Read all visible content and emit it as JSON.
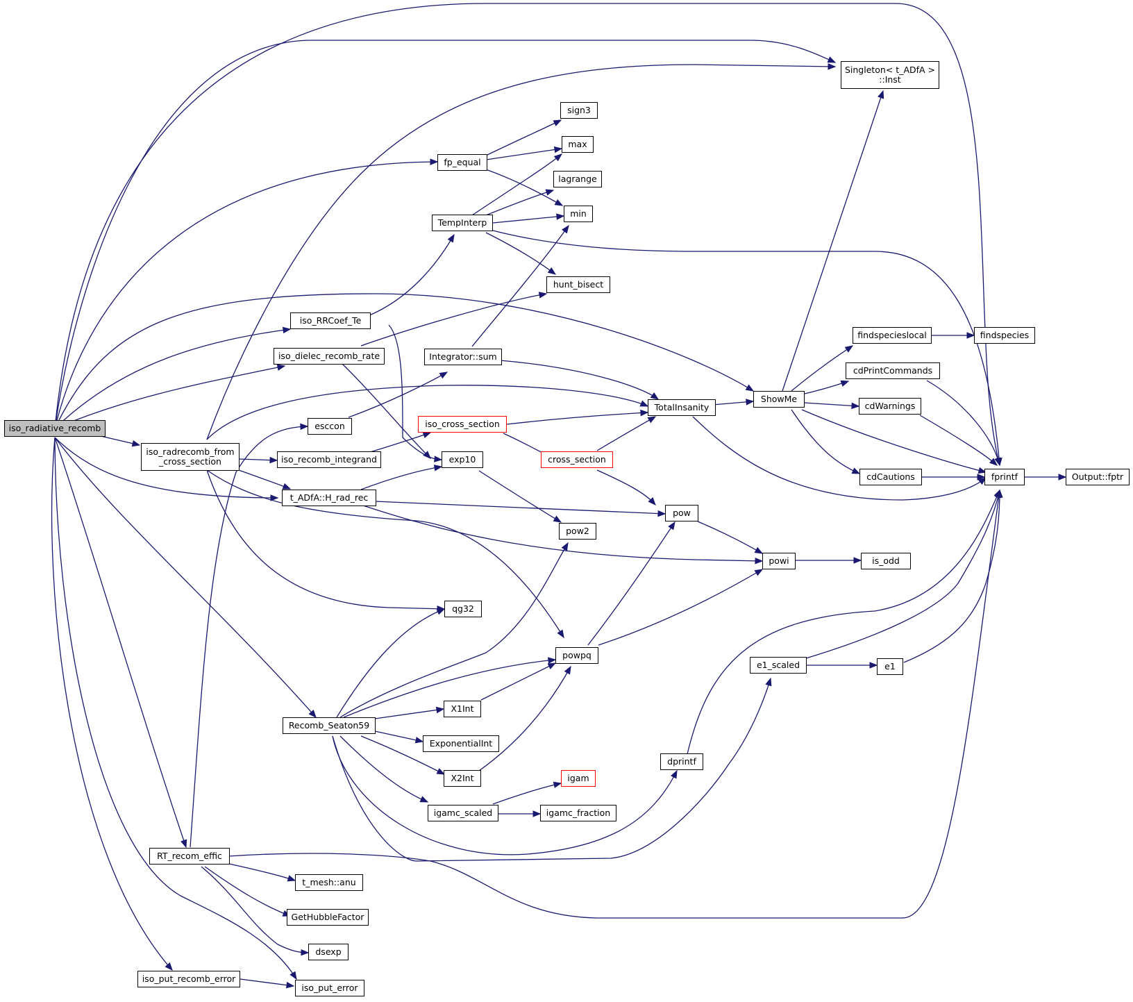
{
  "graph": {
    "root": "iso_radiative_recomb",
    "colors": {
      "edge": "#191970",
      "node_border": "#000000",
      "root_fill": "#bfbfbf",
      "truncated_border": "#ff0000"
    },
    "nodes": [
      {
        "id": "n_root",
        "label": "iso_radiative_recomb",
        "style": "root"
      },
      {
        "id": "n_singleton",
        "label": "Singleton< t_ADfA >\n::Inst"
      },
      {
        "id": "n_sign3",
        "label": "sign3"
      },
      {
        "id": "n_max",
        "label": "max"
      },
      {
        "id": "n_fpequal",
        "label": "fp_equal"
      },
      {
        "id": "n_lagrange",
        "label": "lagrange"
      },
      {
        "id": "n_min",
        "label": "min"
      },
      {
        "id": "n_tempinterp",
        "label": "TempInterp"
      },
      {
        "id": "n_huntbisect",
        "label": "hunt_bisect"
      },
      {
        "id": "n_rrcoef",
        "label": "iso_RRCoef_Te"
      },
      {
        "id": "n_dielec",
        "label": "iso_dielec_recomb_rate"
      },
      {
        "id": "n_intsum",
        "label": "Integrator::sum"
      },
      {
        "id": "n_findspecieslocal",
        "label": "findspecieslocal"
      },
      {
        "id": "n_findspecies",
        "label": "findspecies"
      },
      {
        "id": "n_cdprint",
        "label": "cdPrintCommands"
      },
      {
        "id": "n_showme",
        "label": "ShowMe"
      },
      {
        "id": "n_totalinsanity",
        "label": "TotalInsanity"
      },
      {
        "id": "n_cdwarnings",
        "label": "cdWarnings"
      },
      {
        "id": "n_esccon",
        "label": "esccon"
      },
      {
        "id": "n_isocross",
        "label": "iso_cross_section",
        "style": "red"
      },
      {
        "id": "n_radrecomb",
        "label": "iso_radrecomb_from\n_cross_section"
      },
      {
        "id": "n_recombint",
        "label": "iso_recomb_integrand"
      },
      {
        "id": "n_exp10",
        "label": "exp10"
      },
      {
        "id": "n_crosssec",
        "label": "cross_section",
        "style": "red"
      },
      {
        "id": "n_cdcautions",
        "label": "cdCautions"
      },
      {
        "id": "n_fprintf",
        "label": "fprintf"
      },
      {
        "id": "n_outfptr",
        "label": "Output::fptr"
      },
      {
        "id": "n_hradrec",
        "label": "t_ADfA::H_rad_rec"
      },
      {
        "id": "n_pow",
        "label": "pow"
      },
      {
        "id": "n_pow2",
        "label": "pow2"
      },
      {
        "id": "n_powi",
        "label": "powi"
      },
      {
        "id": "n_isodd",
        "label": "is_odd"
      },
      {
        "id": "n_qg32",
        "label": "qg32"
      },
      {
        "id": "n_powpq",
        "label": "powpq"
      },
      {
        "id": "n_e1scaled",
        "label": "e1_scaled"
      },
      {
        "id": "n_e1",
        "label": "e1"
      },
      {
        "id": "n_seaton",
        "label": "Recomb_Seaton59"
      },
      {
        "id": "n_x1int",
        "label": "X1Int"
      },
      {
        "id": "n_expint",
        "label": "ExponentialInt"
      },
      {
        "id": "n_dprintf",
        "label": "dprintf"
      },
      {
        "id": "n_x2int",
        "label": "X2Int"
      },
      {
        "id": "n_igam",
        "label": "igam",
        "style": "red"
      },
      {
        "id": "n_igamcscaled",
        "label": "igamc_scaled"
      },
      {
        "id": "n_igamcfrac",
        "label": "igamc_fraction"
      },
      {
        "id": "n_rtrecom",
        "label": "RT_recom_effic"
      },
      {
        "id": "n_tmeshanu",
        "label": "t_mesh::anu"
      },
      {
        "id": "n_hubble",
        "label": "GetHubbleFactor"
      },
      {
        "id": "n_dsexp",
        "label": "dsexp"
      },
      {
        "id": "n_putrecomberr",
        "label": "iso_put_recomb_error"
      },
      {
        "id": "n_puterror",
        "label": "iso_put_error"
      }
    ],
    "edges": [
      {
        "from": "iso_radiative_recomb",
        "to": "fprintf"
      },
      {
        "from": "iso_radiative_recomb",
        "to": "Singleton< t_ADfA >::Inst"
      },
      {
        "from": "iso_radiative_recomb",
        "to": "fp_equal"
      },
      {
        "from": "iso_radiative_recomb",
        "to": "ShowMe"
      },
      {
        "from": "iso_radiative_recomb",
        "to": "iso_RRCoef_Te"
      },
      {
        "from": "iso_radiative_recomb",
        "to": "iso_dielec_recomb_rate"
      },
      {
        "from": "iso_radiative_recomb",
        "to": "iso_radrecomb_from_cross_section"
      },
      {
        "from": "iso_radiative_recomb",
        "to": "t_ADfA::H_rad_rec"
      },
      {
        "from": "iso_radiative_recomb",
        "to": "Recomb_Seaton59"
      },
      {
        "from": "iso_radiative_recomb",
        "to": "RT_recom_effic"
      },
      {
        "from": "iso_radiative_recomb",
        "to": "iso_put_recomb_error"
      },
      {
        "from": "iso_radiative_recomb",
        "to": "iso_put_error"
      },
      {
        "from": "fp_equal",
        "to": "sign3"
      },
      {
        "from": "fp_equal",
        "to": "max"
      },
      {
        "from": "fp_equal",
        "to": "min"
      },
      {
        "from": "TempInterp",
        "to": "max"
      },
      {
        "from": "TempInterp",
        "to": "lagrange"
      },
      {
        "from": "TempInterp",
        "to": "min"
      },
      {
        "from": "TempInterp",
        "to": "hunt_bisect"
      },
      {
        "from": "TempInterp",
        "to": "fprintf"
      },
      {
        "from": "iso_RRCoef_Te",
        "to": "TempInterp"
      },
      {
        "from": "iso_RRCoef_Te",
        "to": "exp10"
      },
      {
        "from": "iso_dielec_recomb_rate",
        "to": "hunt_bisect"
      },
      {
        "from": "iso_dielec_recomb_rate",
        "to": "exp10"
      },
      {
        "from": "Integrator::sum",
        "to": "min"
      },
      {
        "from": "Integrator::sum",
        "to": "TotalInsanity"
      },
      {
        "from": "esccon",
        "to": "Integrator::sum"
      },
      {
        "from": "iso_radrecomb_from_cross_section",
        "to": "Singleton< t_ADfA >::Inst"
      },
      {
        "from": "iso_radrecomb_from_cross_section",
        "to": "TotalInsanity"
      },
      {
        "from": "iso_radrecomb_from_cross_section",
        "to": "iso_recomb_integrand"
      },
      {
        "from": "iso_radrecomb_from_cross_section",
        "to": "t_ADfA::H_rad_rec"
      },
      {
        "from": "iso_radrecomb_from_cross_section",
        "to": "qg32"
      },
      {
        "from": "iso_radrecomb_from_cross_section",
        "to": "powpq"
      },
      {
        "from": "iso_recomb_integrand",
        "to": "iso_cross_section"
      },
      {
        "from": "iso_cross_section",
        "to": "TotalInsanity"
      },
      {
        "from": "iso_cross_section",
        "to": "cross_section"
      },
      {
        "from": "cross_section",
        "to": "TotalInsanity"
      },
      {
        "from": "cross_section",
        "to": "pow"
      },
      {
        "from": "t_ADfA::H_rad_rec",
        "to": "exp10"
      },
      {
        "from": "t_ADfA::H_rad_rec",
        "to": "pow"
      },
      {
        "from": "t_ADfA::H_rad_rec",
        "to": "powi"
      },
      {
        "from": "exp10",
        "to": "pow2"
      },
      {
        "from": "TotalInsanity",
        "to": "ShowMe"
      },
      {
        "from": "TotalInsanity",
        "to": "fprintf"
      },
      {
        "from": "ShowMe",
        "to": "Singleton< t_ADfA >::Inst"
      },
      {
        "from": "ShowMe",
        "to": "findspecieslocal"
      },
      {
        "from": "ShowMe",
        "to": "cdPrintCommands"
      },
      {
        "from": "ShowMe",
        "to": "cdWarnings"
      },
      {
        "from": "ShowMe",
        "to": "cdCautions"
      },
      {
        "from": "ShowMe",
        "to": "fprintf"
      },
      {
        "from": "findspecieslocal",
        "to": "findspecies"
      },
      {
        "from": "cdPrintCommands",
        "to": "fprintf"
      },
      {
        "from": "cdWarnings",
        "to": "fprintf"
      },
      {
        "from": "cdCautions",
        "to": "fprintf"
      },
      {
        "from": "fprintf",
        "to": "Output::fptr"
      },
      {
        "from": "pow",
        "to": "powi"
      },
      {
        "from": "powi",
        "to": "is_odd"
      },
      {
        "from": "powpq",
        "to": "pow"
      },
      {
        "from": "powpq",
        "to": "powi"
      },
      {
        "from": "Recomb_Seaton59",
        "to": "qg32"
      },
      {
        "from": "Recomb_Seaton59",
        "to": "pow2"
      },
      {
        "from": "Recomb_Seaton59",
        "to": "powpq"
      },
      {
        "from": "Recomb_Seaton59",
        "to": "X1Int"
      },
      {
        "from": "Recomb_Seaton59",
        "to": "ExponentialInt"
      },
      {
        "from": "Recomb_Seaton59",
        "to": "X2Int"
      },
      {
        "from": "Recomb_Seaton59",
        "to": "igamc_scaled"
      },
      {
        "from": "Recomb_Seaton59",
        "to": "dprintf"
      },
      {
        "from": "Recomb_Seaton59",
        "to": "e1_scaled"
      },
      {
        "from": "X1Int",
        "to": "powpq"
      },
      {
        "from": "X2Int",
        "to": "powpq"
      },
      {
        "from": "igamc_scaled",
        "to": "igam"
      },
      {
        "from": "igamc_scaled",
        "to": "igamc_fraction"
      },
      {
        "from": "dprintf",
        "to": "fprintf"
      },
      {
        "from": "e1_scaled",
        "to": "e1"
      },
      {
        "from": "e1_scaled",
        "to": "fprintf"
      },
      {
        "from": "e1",
        "to": "fprintf"
      },
      {
        "from": "RT_recom_effic",
        "to": "esccon"
      },
      {
        "from": "RT_recom_effic",
        "to": "t_mesh::anu"
      },
      {
        "from": "RT_recom_effic",
        "to": "GetHubbleFactor"
      },
      {
        "from": "RT_recom_effic",
        "to": "dsexp"
      },
      {
        "from": "RT_recom_effic",
        "to": "fprintf"
      },
      {
        "from": "iso_put_recomb_error",
        "to": "iso_put_error"
      }
    ]
  }
}
